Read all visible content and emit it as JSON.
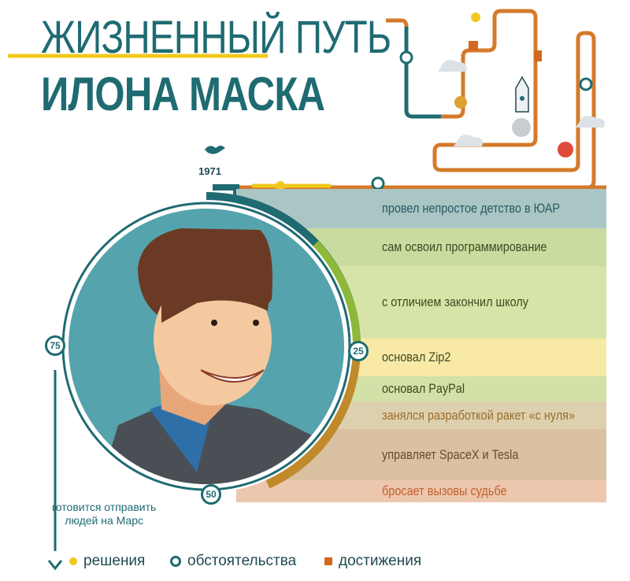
{
  "title": {
    "line1": "ЖИЗНЕННЫЙ ПУТЬ",
    "line2": "ИЛОНА МАСКА"
  },
  "birth_year": "1971",
  "milestones": [
    {
      "label": "провел непростое детство в ЮАР",
      "color": "#a9c5c4",
      "text_color": "#2a5a62"
    },
    {
      "label": "сам освоил программирование",
      "color": "#c9dc9f",
      "text_color": "#3e4a20"
    },
    {
      "label": "с отличием закончил школу",
      "color": "#d7e4a7",
      "text_color": "#3e4a20"
    },
    {
      "label": "основал Zip2",
      "color": "#f9e9a6",
      "text_color": "#3e4a20"
    },
    {
      "label": "основал PayPal",
      "color": "#d3e0a8",
      "text_color": "#3e4a20"
    },
    {
      "label": "занялся разработкой ракет «с нуля»",
      "color": "#ddd0ae",
      "text_color": "#9a6e2c"
    },
    {
      "label": "управляет SpaceX и Tesla",
      "color": "#d9c1a2",
      "text_color": "#6a4a30"
    },
    {
      "label": "бросает вызовы судьбе",
      "color": "#edc6ae",
      "text_color": "#c0612a"
    }
  ],
  "ages": [
    "25",
    "50",
    "75"
  ],
  "future": {
    "line1": "готовится отправить",
    "line2": "людей на Марс"
  },
  "legend": [
    {
      "label": "решения",
      "color": "#f2c81f",
      "type": "filled"
    },
    {
      "label": "обстоятельства",
      "color": "#1f6b72",
      "type": "ring"
    },
    {
      "label": "достижения",
      "color": "#d2691e",
      "type": "square"
    }
  ]
}
